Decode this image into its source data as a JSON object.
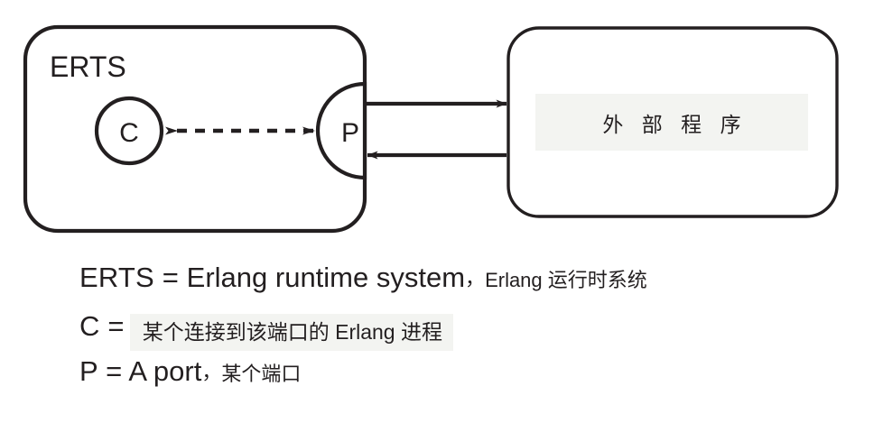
{
  "diagram": {
    "type": "erlang-port-architecture",
    "stroke_color": "#231f20",
    "highlight_color": "#f3f4f1",
    "background_color": "#ffffff",
    "erts_box": {
      "label": "ERTS",
      "process_node": "C",
      "port_node": "P"
    },
    "external_box": {
      "label": "外 部 程 序"
    },
    "connections": [
      {
        "name": "process-port-link",
        "style": "dashed",
        "arrows": "both"
      },
      {
        "name": "port-to-external",
        "style": "solid",
        "arrows": "right"
      },
      {
        "name": "external-to-port",
        "style": "solid",
        "arrows": "left"
      }
    ]
  },
  "legend": {
    "rows": [
      {
        "key": "ERTS =",
        "main": " Erlang runtime system",
        "separator": "，",
        "cn": "Erlang 运行时系统",
        "highlight": false
      },
      {
        "key": "C =",
        "main": "",
        "separator": "",
        "cn": "某个连接到该端口的 Erlang 进程",
        "highlight": true
      },
      {
        "key": "P =",
        "main": " A port",
        "separator": "，",
        "cn": "某个端口",
        "highlight": false
      }
    ]
  }
}
